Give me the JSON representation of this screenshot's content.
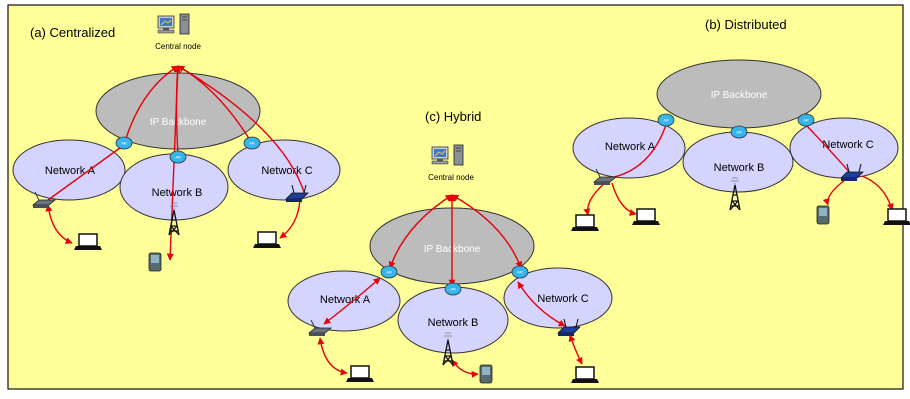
{
  "panels": {
    "centralized": {
      "title": "(a) Centralized",
      "central_node": "Central node",
      "backbone": "IP Backbone",
      "networks": [
        "Network A",
        "Network B",
        "Network C"
      ]
    },
    "distributed": {
      "title": "(b) Distributed",
      "backbone": "IP Backbone",
      "networks": [
        "Network A",
        "Network B",
        "Network C"
      ]
    },
    "hybrid": {
      "title": "(c) Hybrid",
      "central_node": "Central node",
      "backbone": "IP Backbone",
      "networks": [
        "Network A",
        "Network B",
        "Network C"
      ]
    }
  },
  "router_label": "AR",
  "colors": {
    "background": "#ffff99",
    "network_fill": "#d4d4ff",
    "backbone_fill": "#bcbcbc",
    "router_fill": "#35b4ee",
    "link": "#e8000a"
  }
}
